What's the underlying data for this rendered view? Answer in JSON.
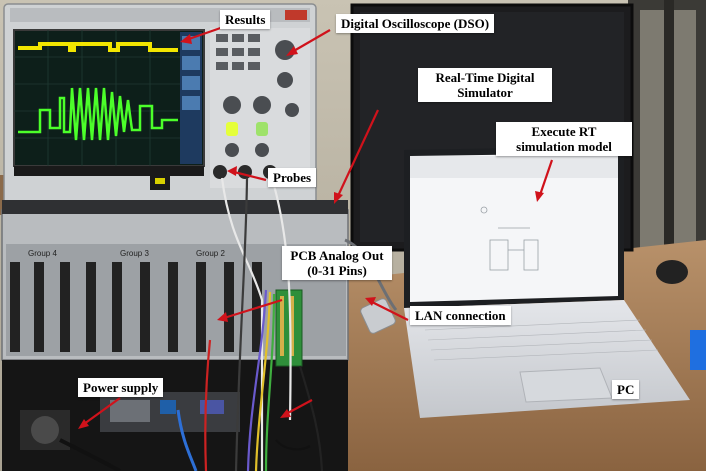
{
  "annotations": {
    "results": "Results",
    "dso": "Digital Oscilloscope (DSO)",
    "rtds_line1": "Real-Time Digital",
    "rtds_line2": "Simulator",
    "execute_line1": "Execute RT",
    "execute_line2": "simulation model",
    "probes": "Probes",
    "pcb_line1": "PCB Analog Out",
    "pcb_line2": "(0-31 Pins)",
    "lan": "LAN connection",
    "power": "Power supply",
    "pc": "PC"
  },
  "chassis_labels": {
    "group4": "Group 4",
    "group3": "Group 3",
    "group2": "Group 2"
  },
  "colors": {
    "annotation_arrow": "#d0121b",
    "label_background": "#ffffff",
    "scope_trace_yellow": "#f2e600",
    "scope_trace_green": "#4cff2a"
  }
}
